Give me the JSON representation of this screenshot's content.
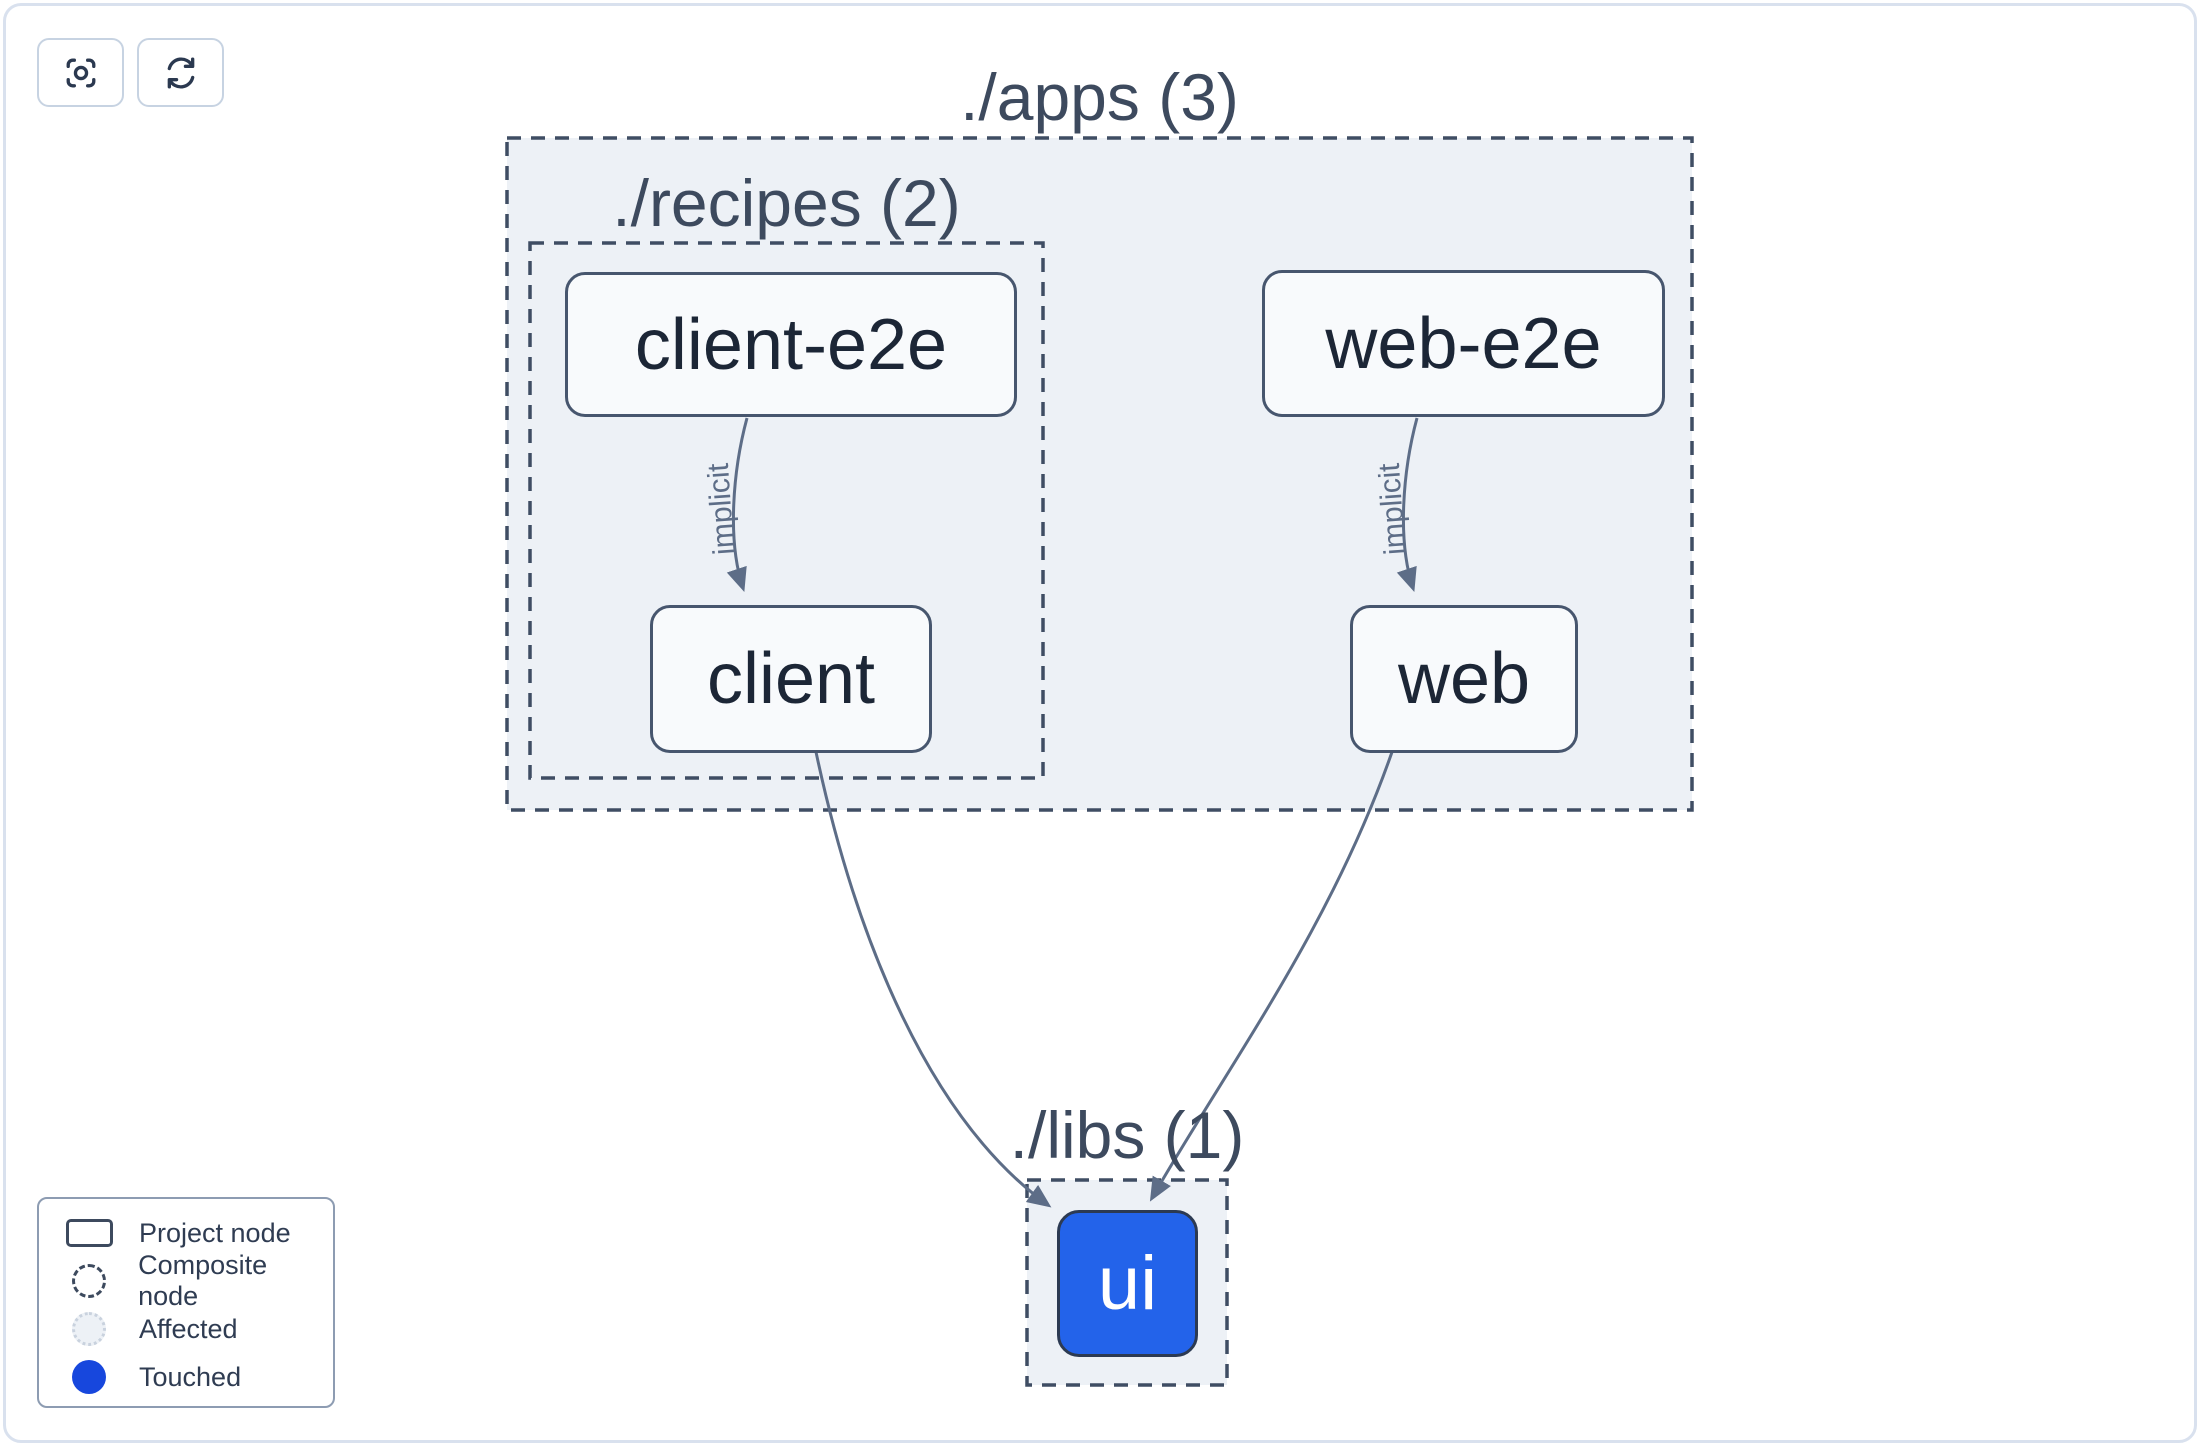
{
  "toolbar": {
    "buttons": [
      {
        "icon": "focus-icon",
        "action": "center-graph"
      },
      {
        "icon": "refresh-icon",
        "action": "reload-graph"
      }
    ]
  },
  "graph": {
    "groups": [
      {
        "id": "apps",
        "label": "./apps (3)"
      },
      {
        "id": "recipes",
        "label": "./recipes (2)"
      },
      {
        "id": "libs",
        "label": "./libs (1)"
      }
    ],
    "nodes": [
      {
        "id": "client-e2e",
        "label": "client-e2e",
        "state": "normal"
      },
      {
        "id": "web-e2e",
        "label": "web-e2e",
        "state": "normal"
      },
      {
        "id": "client",
        "label": "client",
        "state": "normal"
      },
      {
        "id": "web",
        "label": "web",
        "state": "normal"
      },
      {
        "id": "ui",
        "label": "ui",
        "state": "touched"
      }
    ],
    "edges": [
      {
        "from": "client-e2e",
        "to": "client",
        "label": "implicit"
      },
      {
        "from": "web-e2e",
        "to": "web",
        "label": "implicit"
      },
      {
        "from": "client",
        "to": "ui",
        "label": ""
      },
      {
        "from": "web",
        "to": "ui",
        "label": ""
      }
    ]
  },
  "legend": {
    "items": [
      {
        "swatch": "project-node",
        "label": "Project node"
      },
      {
        "swatch": "composite-node",
        "label": "Composite node"
      },
      {
        "swatch": "affected",
        "label": "Affected"
      },
      {
        "swatch": "touched",
        "label": "Touched"
      }
    ]
  },
  "colors": {
    "group_fill": "#edf1f6",
    "dashed_border": "#3f4d63",
    "node_fill": "#f8fafc",
    "node_border": "#47566e",
    "node_text": "#1c2636",
    "edge": "#5d6d87",
    "touched_node_fill": "#2363ea",
    "legend_touched_fill": "#1747dd",
    "title_text": "#3d4a5e",
    "canvas_border": "#d9e1ee"
  }
}
